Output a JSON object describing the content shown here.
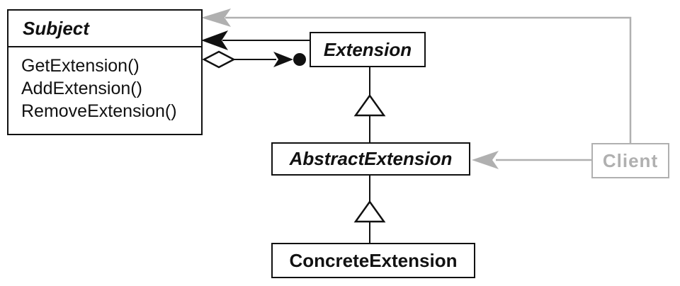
{
  "diagram_type": "uml-class-diagram",
  "classes": {
    "subject": {
      "name": "Subject",
      "stereotype": "abstract",
      "methods": [
        "GetExtension()",
        "AddExtension()",
        "RemoveExtension()"
      ]
    },
    "extension": {
      "name": "Extension",
      "stereotype": "abstract"
    },
    "abstract_extension": {
      "name": "AbstractExtension",
      "stereotype": "abstract"
    },
    "concrete_extension": {
      "name": "ConcreteExtension",
      "stereotype": "concrete"
    },
    "client": {
      "name": "Client",
      "stereotype": "external"
    }
  },
  "relationships": [
    {
      "type": "association",
      "from": "Client",
      "to": "Subject",
      "color": "gray"
    },
    {
      "type": "association",
      "from": "Extension",
      "to": "Subject",
      "color": "black"
    },
    {
      "type": "aggregation",
      "from": "Subject",
      "to": "Extension",
      "color": "black",
      "decorations": [
        "open-diamond",
        "arrow",
        "filled-ball"
      ]
    },
    {
      "type": "inheritance",
      "from": "AbstractExtension",
      "to": "Extension",
      "color": "black"
    },
    {
      "type": "inheritance",
      "from": "ConcreteExtension",
      "to": "AbstractExtension",
      "color": "black"
    },
    {
      "type": "association",
      "from": "Client",
      "to": "AbstractExtension",
      "color": "gray"
    }
  ],
  "colors": {
    "black": "#111111",
    "gray": "#b0b0b0",
    "background": "#ffffff"
  }
}
